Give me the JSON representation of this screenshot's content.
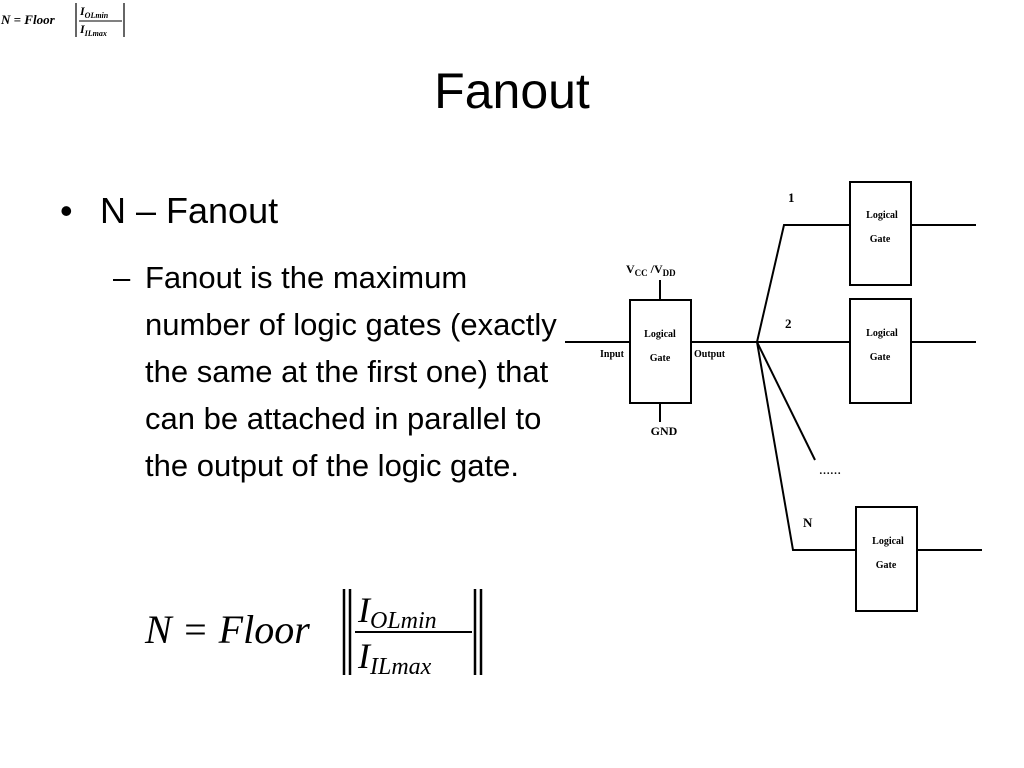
{
  "thumbnail_formula": {
    "lhs": "N = Floor",
    "num": "I",
    "num_sub": "OLmin",
    "den": "I",
    "den_sub": "ILmax"
  },
  "slide": {
    "title": "Fanout",
    "bullet_level1": "N – Fanout",
    "bullet_level2_dash": "–",
    "bullet_level2": "Fanout is the maximum number of logic gates (exactly the same at the first one) that can be attached in parallel to the output of the logic gate."
  },
  "formula": {
    "lhs": "N = Floor",
    "num": "I",
    "num_sub": "OLmin",
    "den": "I",
    "den_sub": "ILmax"
  },
  "diagram": {
    "supply_v": "V",
    "supply_cc": "CC",
    "supply_slash": " /V",
    "supply_dd": "DD",
    "ground": "GND",
    "input": "Input",
    "output": "Output",
    "gate_line1": "Logical",
    "gate_line2": "Gate",
    "label_1": "1",
    "label_2": "2",
    "label_dots": "……",
    "label_n": "N"
  }
}
